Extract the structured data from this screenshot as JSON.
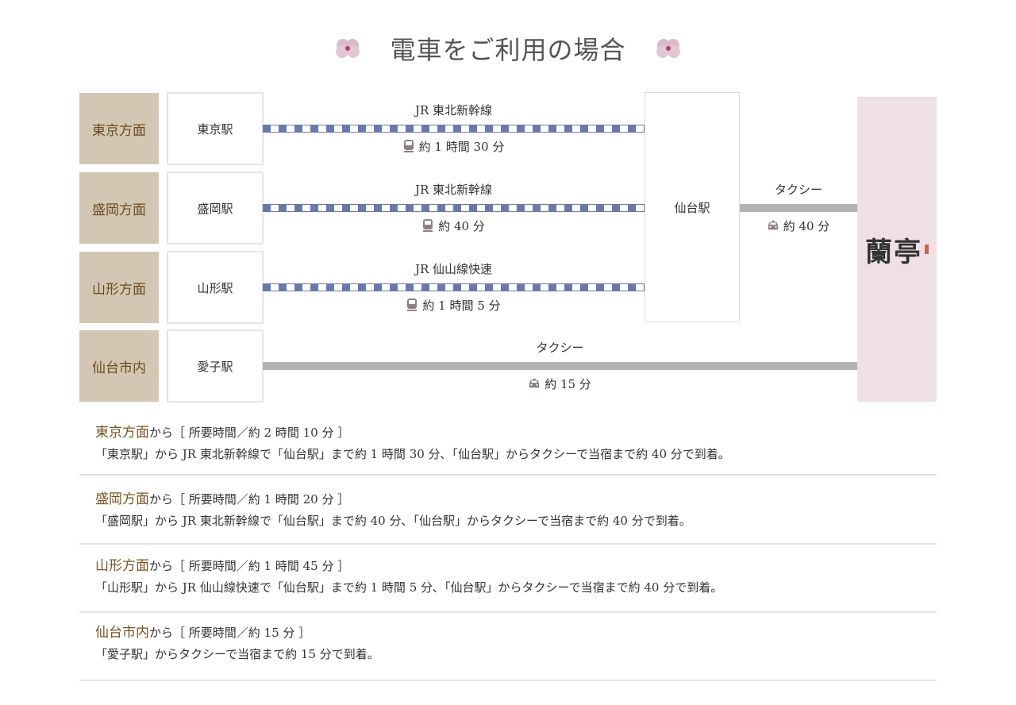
{
  "title": "電車をご利用の場合",
  "routes": [
    {
      "area": "東京方面",
      "station": "東京駅",
      "line": "JR 東北新幹線",
      "time": "約 1 時間 30 分"
    },
    {
      "area": "盛岡方面",
      "station": "盛岡駅",
      "line": "JR 東北新幹線",
      "time": "約 40 分"
    },
    {
      "area": "山形方面",
      "station": "山形駅",
      "line": "JR 仙山線快速",
      "time": "約 1 時間 5 分"
    },
    {
      "area": "仙台市内",
      "station": "愛子駅",
      "line": "タクシー",
      "time": "約 15 分"
    }
  ],
  "hub": {
    "station": "仙台駅",
    "line": "タクシー",
    "time": "約 40 分"
  },
  "logo": "蘭亭",
  "details": [
    {
      "area": "東京方面",
      "summary": "から［ 所要時間／約 2 時間 10 分 ］",
      "text": "「東京駅」から JR 東北新幹線で「仙台駅」まで約 1 時間 30 分､「仙台駅」からタクシーで当宿まで約 40 分で到着。"
    },
    {
      "area": "盛岡方面",
      "summary": "から［ 所要時間／約 1 時間 20 分 ］",
      "text": "「盛岡駅」から JR 東北新幹線で「仙台駅」まで約 40 分､「仙台駅」からタクシーで当宿まで約 40 分で到着。"
    },
    {
      "area": "山形方面",
      "summary": "から［ 所要時間／約 1 時間 45 分 ］",
      "text": "「山形駅」から JR 仙山線快速で「仙台駅」まで約 1 時間 5 分､「仙台駅」からタクシーで当宿まで約 40 分で到着。"
    },
    {
      "area": "仙台市内",
      "summary": "から［ 所要時間／約 15 分 ］",
      "text": "「愛子駅」からタクシーで当宿まで約 15 分で到着。"
    }
  ],
  "colors": {
    "rail": "#6b78ac",
    "taxi": "#b3b3b3",
    "area_bg": "#d3c7b4",
    "area_text": "#6b4a1e",
    "logo_bg": "#efe0e5"
  }
}
